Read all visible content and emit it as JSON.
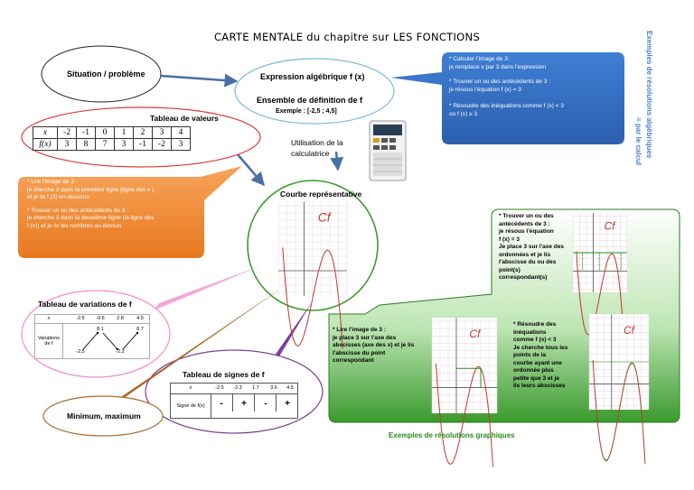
{
  "title": "CARTE MENTALE du chapitre sur LES FONCTIONS",
  "situation": "Situation / problème",
  "expression": "Expression algébrique f (x)",
  "ensemble": "Ensemble de définition de f",
  "ensemble_example": "Exemple : [-2,5 ; 4,5]",
  "algebra_box": {
    "item1_title": "* Calculer l'image de 3 :",
    "item1_body": "je remplace x par 3 dans l'expression",
    "item2_title": "* Trouver un ou des antécédents de 3 :",
    "item2_body": "je résous l'équation f (x) = 3",
    "item3_title": "* Résoudre des inéquations comme f (x) < 3",
    "item3_body": "ou f (x) ≥ 3"
  },
  "side_label_1": "Exemples de résolutions algébriques",
  "side_label_2": "= par le calcul",
  "tableau_valeurs": {
    "title": "Tableau de valeurs",
    "row_x": [
      "x",
      "-2",
      "-1",
      "0",
      "1",
      "2",
      "3",
      "4"
    ],
    "row_fx": [
      "f(x)",
      "3",
      "8",
      "7",
      "3",
      "-1",
      "-2",
      "3"
    ]
  },
  "calculatrice": "Utilisation de la calculatrice",
  "orange_box": {
    "item1_title": "* Lire l'image de 3 :",
    "item1_body1": "je cherche 3 dans la première ligne (ligne des x )",
    "item1_body2": "et je lis f (3) en dessous",
    "item2_title": "* Trouver un ou des antécédents de 3 :",
    "item2_body1": "je cherche 3 dans la deuxième ligne (la ligne des",
    "item2_body2": "f (x)) et je lis les nombres au-dessus"
  },
  "courbe": "Courbe représentative",
  "curve_label": "Cf",
  "tableau_variations": {
    "title": "Tableau de variations de f",
    "header": [
      "x",
      "-2.5",
      "-0.6",
      "2.8",
      "4.5"
    ],
    "row_label": "Variations de f",
    "values": [
      "-2.5",
      "8.1",
      "-2.2",
      "8.7"
    ]
  },
  "tableau_signes": {
    "title": "Tableau de signes de f",
    "header": [
      "x",
      "-2.5",
      "-2.3",
      "1.7",
      "3.6",
      "4.5"
    ],
    "row_label": "Signe de f(x)",
    "signs": [
      "-",
      "+",
      "-",
      "+"
    ]
  },
  "minmax": "Minimum, maximum",
  "green_box": {
    "item1_title": "* Trouver un ou des antécédents de 3 :",
    "item1_lines": [
      "je résous l'équation",
      "f (x) = 3",
      "Je place 3 sur l'axe des",
      "ordonnées et je lis",
      "l'abscisse du ou des",
      "point(s)",
      "correspondant(s)"
    ],
    "item2_title": "* Lire l'image de 3 :",
    "item2_lines": [
      "je place 3 sur l'axe des",
      "abscisses (axe des x) et je lis",
      "l'abscisse du point",
      "correspondant"
    ],
    "item3_title": "* Résoudre des inéquations",
    "item3_lines": [
      "comme f (x) < 3",
      "Je cherche tous les",
      "points de la",
      "courbe ayant une",
      "ordonnée plus",
      "petite que 3 et je",
      "lis leurs abscisses"
    ]
  },
  "green_caption": "Exemples de résolutions graphiques"
}
